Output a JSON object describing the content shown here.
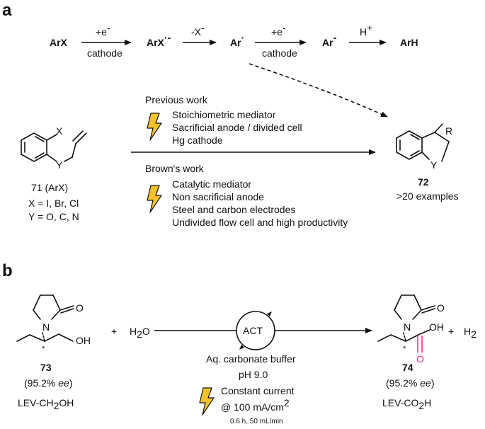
{
  "panel_a": {
    "label": "a",
    "mechanism": {
      "s1": "ArX",
      "s2": "ArX",
      "s2_sup": "·-",
      "s3": "Ar",
      "s3_sup": "·",
      "s4": "Ar",
      "s4_sup": "-",
      "s5": "ArH",
      "a1_top": "+e",
      "a1_top_sup": "-",
      "a1_bottom": "cathode",
      "a2_top": "-X",
      "a2_top_sup": "-",
      "a3_top": "+e",
      "a3_top_sup": "-",
      "a3_bottom": "cathode",
      "a4_top": "H",
      "a4_top_sup": "+"
    },
    "substrate": {
      "x_label": "X",
      "y_label": "Y",
      "number": "71",
      "code": "ArX",
      "x_def": "X = I, Br, Cl",
      "y_def": "Y = O, C, N"
    },
    "product": {
      "r_label": "R",
      "y_label": "Y",
      "number": "72",
      "examples": ">20 examples"
    },
    "previous_work": {
      "title": "Previous work",
      "items": [
        "Stoichiometric mediator",
        "Sacrificial anode / divided cell",
        "Hg cathode"
      ]
    },
    "browns_work": {
      "title": "Brown's work",
      "items": [
        "Catalytic mediator",
        "Non sacrificial anode",
        "Steel and carbon electrodes",
        "Undivided flow cell and high productivity"
      ]
    }
  },
  "panel_b": {
    "label": "b",
    "reactant": {
      "o_label": "O",
      "n_label": "N",
      "oh_label": "OH",
      "stereo": "*",
      "number": "73",
      "ee_open": "(95.2% ",
      "ee_italic": "ee",
      "ee_close": ")",
      "name_pre": "LEV-CH",
      "name_sub": "2",
      "name_post": "OH"
    },
    "plus1": "+",
    "water_pre": "H",
    "water_sub": "2",
    "water_post": "O",
    "catalyst": "ACT",
    "conditions": {
      "line1": "Aq. carbonate buffer",
      "line2": "pH 9.0",
      "line3": "Constant current",
      "line4_pre": "@ 100 mA/cm",
      "line4_sup": "2",
      "line5": "0.6 h, 50 mL/min"
    },
    "product": {
      "o_label": "O",
      "n_label": "N",
      "oh_label": "OH",
      "o2_label": "O",
      "stereo": "*",
      "number": "74",
      "ee_open": "(95.2% ",
      "ee_italic": "ee",
      "ee_close": ")",
      "name_pre": "LEV-CO",
      "name_sub": "2",
      "name_post": "H"
    },
    "plus2": "+",
    "h2_pre": "H",
    "h2_sub": "2"
  },
  "colors": {
    "ink": "#111111",
    "bolt": "#f6c22a",
    "carboxyl": "#e8348a"
  }
}
